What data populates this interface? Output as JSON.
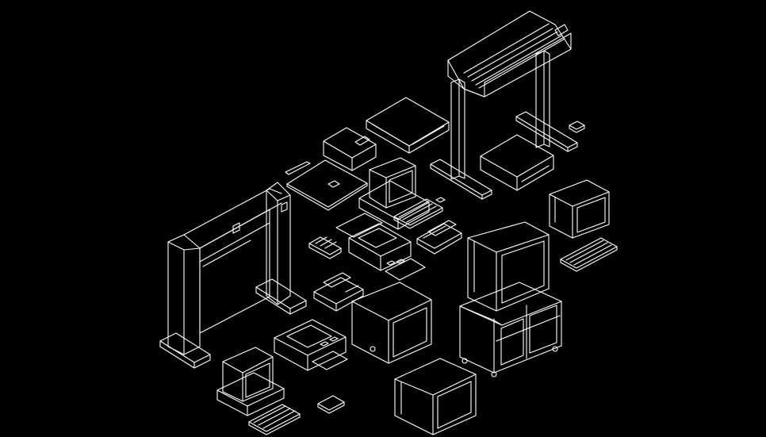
{
  "colors": {
    "background": "#000000",
    "linework": "#ffffff"
  },
  "items": [
    {
      "name": "large-plotter",
      "kind": "plotter"
    },
    {
      "name": "tall-plotter",
      "kind": "plotter"
    },
    {
      "name": "desktop-pc-monitor",
      "kind": "computer"
    },
    {
      "name": "workstation-small",
      "kind": "computer"
    },
    {
      "name": "large-monitor",
      "kind": "monitor"
    },
    {
      "name": "crt-monitor-right",
      "kind": "monitor"
    },
    {
      "name": "crt-monitor-bottom",
      "kind": "monitor"
    },
    {
      "name": "tv-on-cart",
      "kind": "monitor"
    },
    {
      "name": "laser-printer-center",
      "kind": "printer"
    },
    {
      "name": "laser-printer-bottom",
      "kind": "printer"
    },
    {
      "name": "flat-scanner",
      "kind": "scanner"
    },
    {
      "name": "digitizer-tablet",
      "kind": "input"
    },
    {
      "name": "keyboard",
      "kind": "input"
    },
    {
      "name": "mouse",
      "kind": "input"
    }
  ]
}
